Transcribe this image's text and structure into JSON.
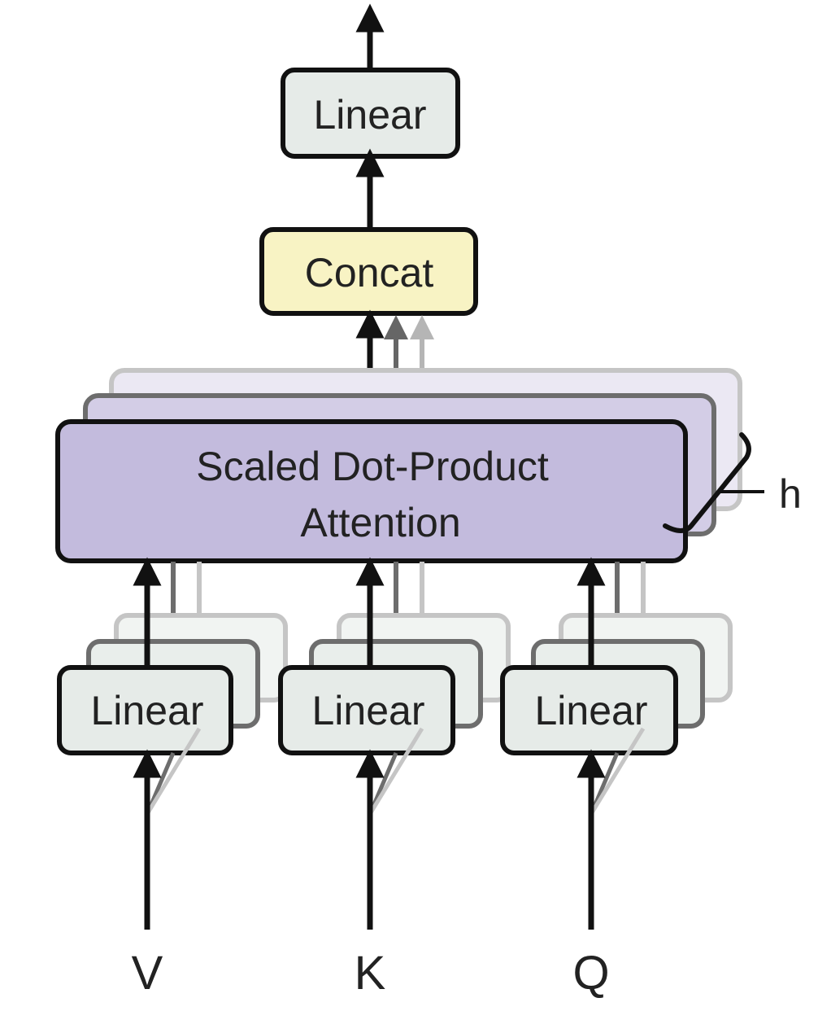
{
  "colors": {
    "linear_fill": "#e6ebe8",
    "concat_fill": "#f8f3c4",
    "attention_fill": "#c3bbdd",
    "stroke": "#111111"
  },
  "labels": {
    "top_linear": "Linear",
    "concat": "Concat",
    "attention_line1": "Scaled Dot-Product",
    "attention_line2": "Attention",
    "heads": "h",
    "linear_v": "Linear",
    "linear_k": "Linear",
    "linear_q": "Linear",
    "input_v": "V",
    "input_k": "K",
    "input_q": "Q"
  }
}
